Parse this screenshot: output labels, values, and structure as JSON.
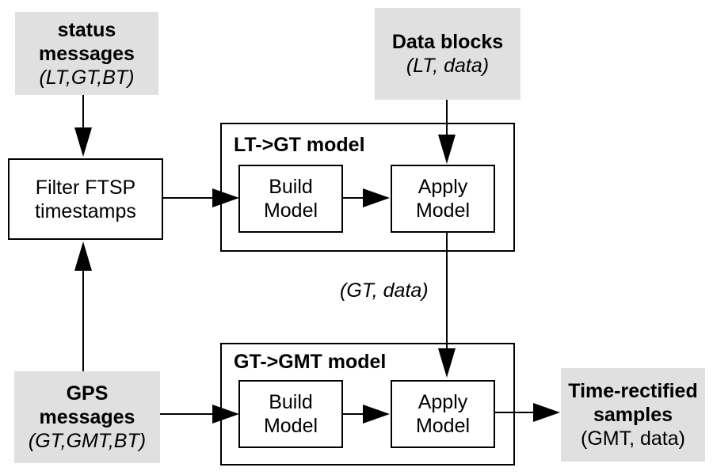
{
  "diagram": {
    "background_color": "#ffffff",
    "node_fill_color": "#e0e0e0",
    "line_color": "#000000"
  },
  "nodes": {
    "status_messages": {
      "line1": "status",
      "line2": "messages",
      "line3": "(LT,GT,BT)"
    },
    "data_blocks": {
      "line1": "Data blocks",
      "line2": "(LT, data)"
    },
    "filter_ftsp": {
      "line1": "Filter FTSP",
      "line2": "timestamps"
    },
    "lt_gt_model": {
      "title": "LT->GT model"
    },
    "lt_build": {
      "line1": "Build",
      "line2": "Model"
    },
    "lt_apply": {
      "line1": "Apply",
      "line2": "Model"
    },
    "gt_data_label": {
      "text": "(GT, data)"
    },
    "gt_gmt_model": {
      "title": "GT->GMT model"
    },
    "gmt_build": {
      "line1": "Build",
      "line2": "Model"
    },
    "gmt_apply": {
      "line1": "Apply",
      "line2": "Model"
    },
    "gps_messages": {
      "line1": "GPS",
      "line2": "messages",
      "line3": "(GT,GMT,BT)"
    },
    "time_rectified": {
      "line1": "Time-rectified",
      "line2": "samples",
      "line3": "(GMT, data)"
    }
  }
}
